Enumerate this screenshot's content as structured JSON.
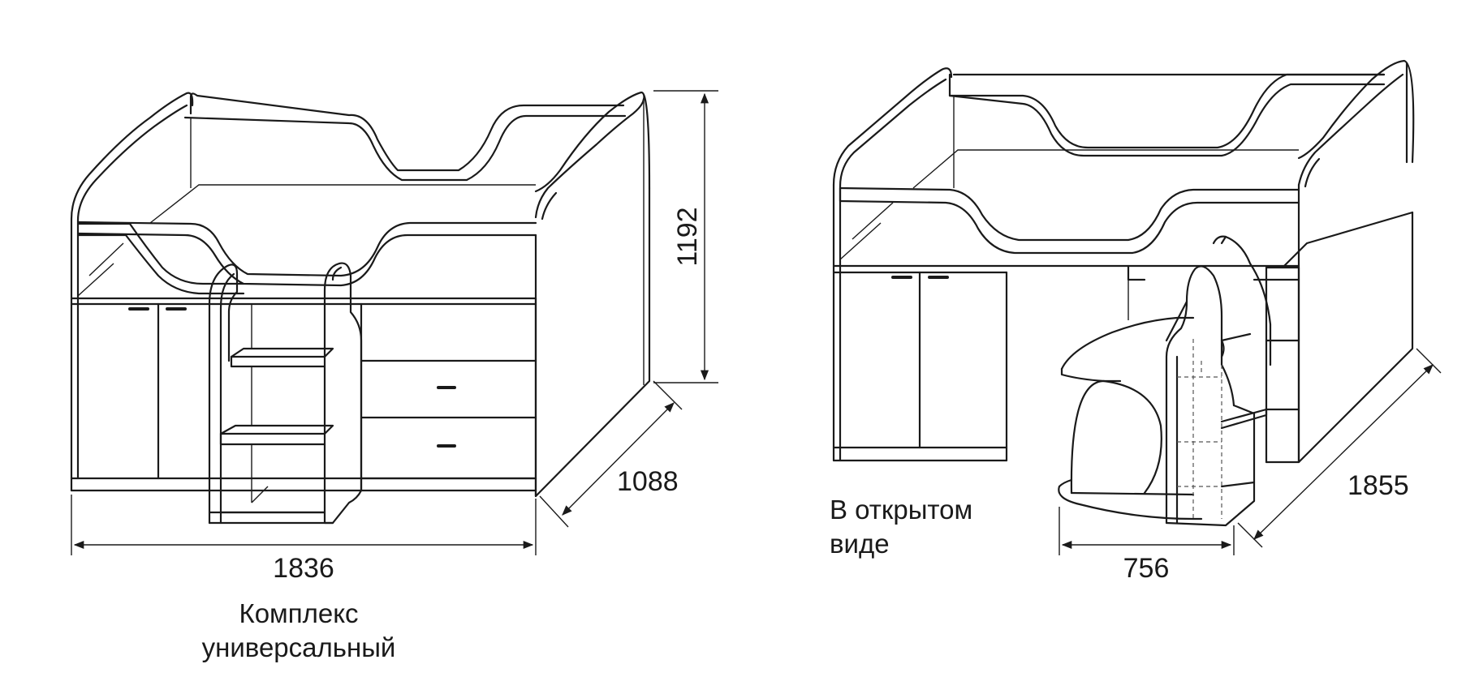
{
  "left_view": {
    "dimensions": {
      "width": "1836",
      "depth": "1088",
      "height": "1192"
    },
    "caption_line1": "Комплекс",
    "caption_line2": "универсальный"
  },
  "right_view": {
    "dimensions": {
      "desk_width": "756",
      "depth": "1855"
    },
    "caption_line1": "В открытом",
    "caption_line2": "виде"
  }
}
